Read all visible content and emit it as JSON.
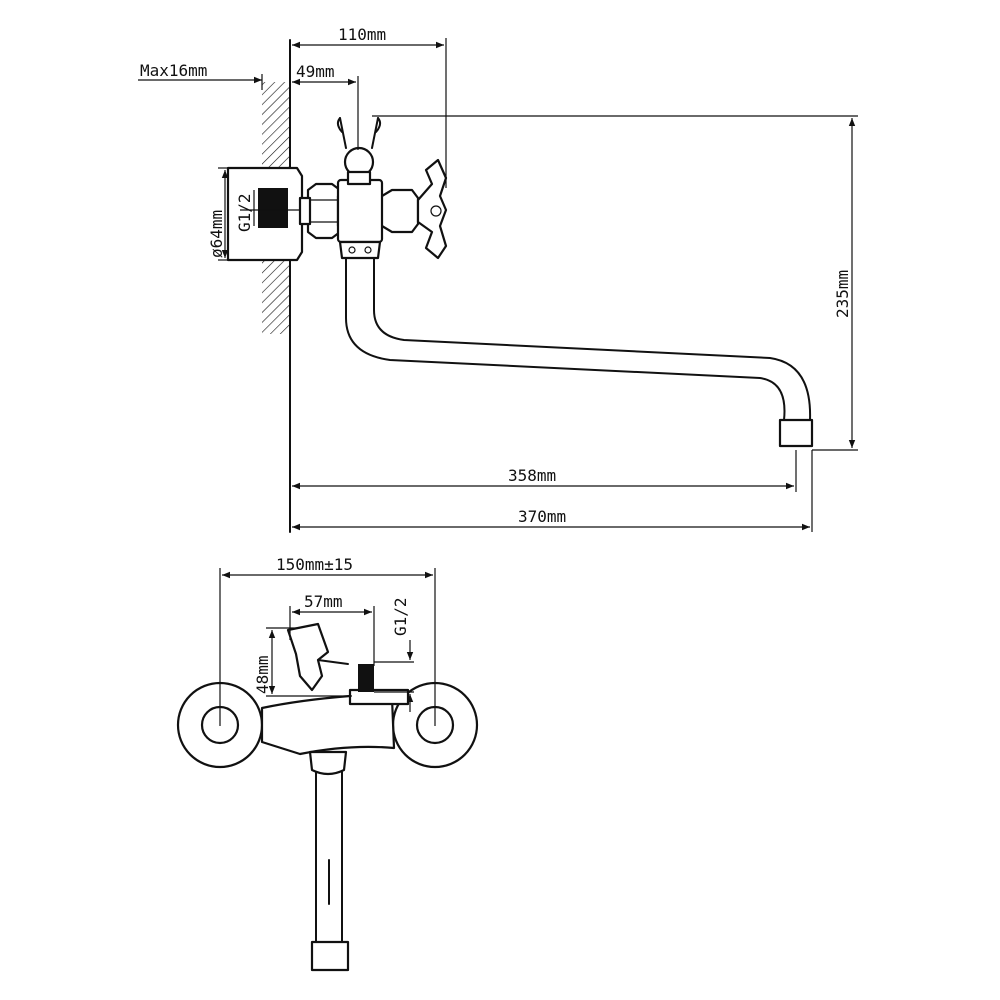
{
  "diagram": {
    "side_view": {
      "dim_110": "110mm",
      "dim_max16": "Max16mm",
      "dim_49": "49mm",
      "dim_64": "ø64mm",
      "dim_g12": "G1/2",
      "dim_235": "235mm",
      "dim_358": "358mm",
      "dim_370": "370mm"
    },
    "top_view": {
      "dim_150": "150mm±15",
      "dim_57": "57mm",
      "dim_48": "48mm",
      "dim_g12": "G1/2"
    }
  }
}
